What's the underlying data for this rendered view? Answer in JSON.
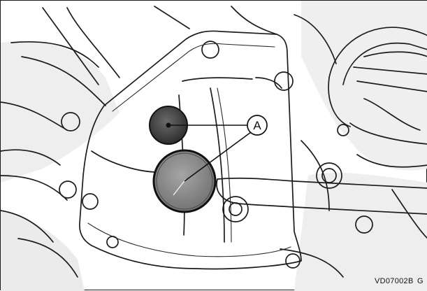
{
  "figure": {
    "callout_label": "A",
    "figure_code": "VD07002B",
    "language_code": "G"
  },
  "colors": {
    "line": "#1c1c1c",
    "cover_fill": "#e6e6e6",
    "shadow_fill": "#d2d2d2",
    "small_cap": "#4a4a4a",
    "large_cap": "#8a8a8a"
  },
  "parts": {
    "small_plug": "small-cap-icon",
    "large_plug": "large-cap-icon"
  }
}
